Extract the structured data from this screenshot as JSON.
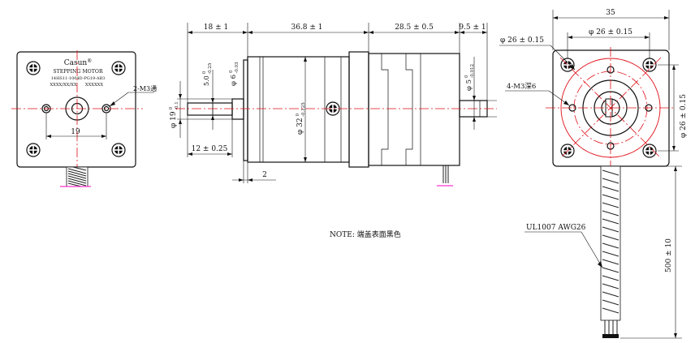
{
  "front_view": {
    "brand": "Casun",
    "trademark": "®",
    "product_type": "STEPPING MOTOR",
    "model": "14HS11-1004D-PG19-AB3",
    "lot_left": "XXXX/XX/XX",
    "lot_right": "XXXXXX",
    "hole_callout": "2-M3通",
    "hole_spacing": "19"
  },
  "side_view": {
    "dim_body": "18 ± 1",
    "dim_gearbox": "36.8 ± 1",
    "dim_cap": "28.5 ± 0.5",
    "dim_shaft": "9.5 ± 1",
    "dim_pilot_len": "12 ± 0.25",
    "dim_flange": "2",
    "dia_boss": "φ 19",
    "dia_boss_tol_upper": "0",
    "dia_boss_tol_lower": "-0.1",
    "dia_shaft_front": "φ 6",
    "dia_shaft_front_tol_upper": "0",
    "dia_shaft_front_tol_lower": "-0.03",
    "flat_depth": "5.0",
    "flat_depth_tol": "-0.25",
    "dia_gearbox": "φ 32",
    "dia_gearbox_tol_upper": "0",
    "dia_gearbox_tol_lower": "-0.125",
    "dia_output": "φ 5",
    "dia_output_tol_upper": "0",
    "dia_output_tol_lower": "-0.012"
  },
  "end_view": {
    "dim_width": "35",
    "dim_pcd_top": "φ 26 ± 0.15",
    "dim_bolt_circle": "φ 26 ± 0.15",
    "dim_right": "φ 26 ± 0.15",
    "hole_callout": "4-M3深6",
    "cable_spec": "UL1007 AWG26",
    "cable_length": "500 ± 10"
  },
  "note": "NOTE: 端盖表面黑色"
}
